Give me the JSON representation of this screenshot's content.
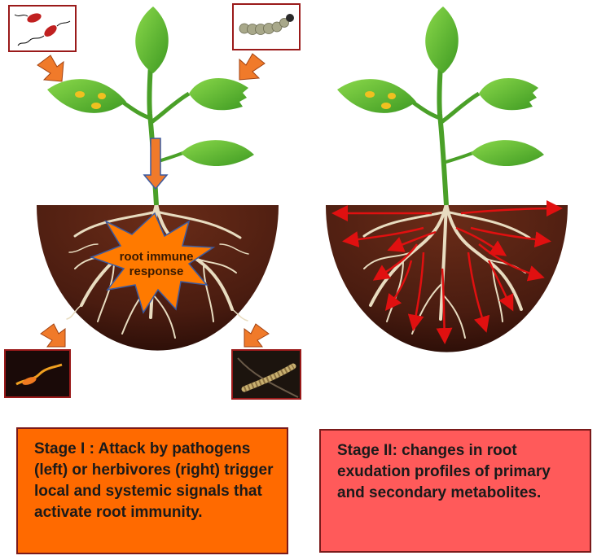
{
  "labels": {
    "immune_line1": "root immune",
    "immune_line2": "response"
  },
  "captions": {
    "stage1": "Stage I : Attack by pathogens (left) or herbivores (right) trigger local and systemic signals that activate root immunity.",
    "stage2": "Stage II: changes in root exudation profiles of primary and secondary metabolites."
  },
  "icons": {
    "pathogen_above": "bacteria-icon",
    "herbivore_above": "caterpillar-icon",
    "pathogen_soil": "nematode-icon",
    "herbivore_soil": "root-larva-icon"
  },
  "colors": {
    "soil": "#4a1c10",
    "leaf": "#5cb832",
    "arrow": "#f07a2a",
    "exudate": "#e01010",
    "stage1_bg": "#ff6a00",
    "stage2_bg": "#ff5a5a"
  }
}
